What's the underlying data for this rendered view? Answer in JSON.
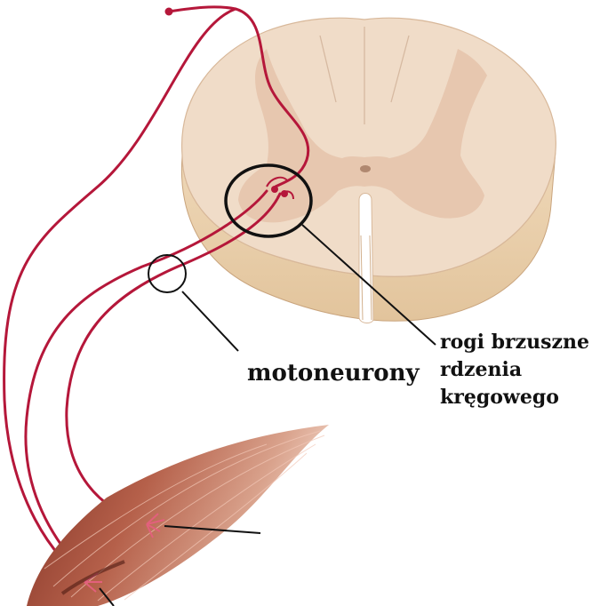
{
  "labels": {
    "motoneurons": "motoneurony",
    "ventral_horns_line1": "rogi brzuszne",
    "ventral_horns_line2": "rdzenia",
    "ventral_horns_line3": "kręgowego"
  },
  "colors": {
    "spinal_white_matter": "#f0dcc8",
    "spinal_side": "#e8cda6",
    "grey_matter": "#e6c5ae",
    "nerve": "#b5173a",
    "muscle_dark": "#8f3a2a",
    "muscle_light": "#d79a83",
    "annotation": "#111111"
  }
}
